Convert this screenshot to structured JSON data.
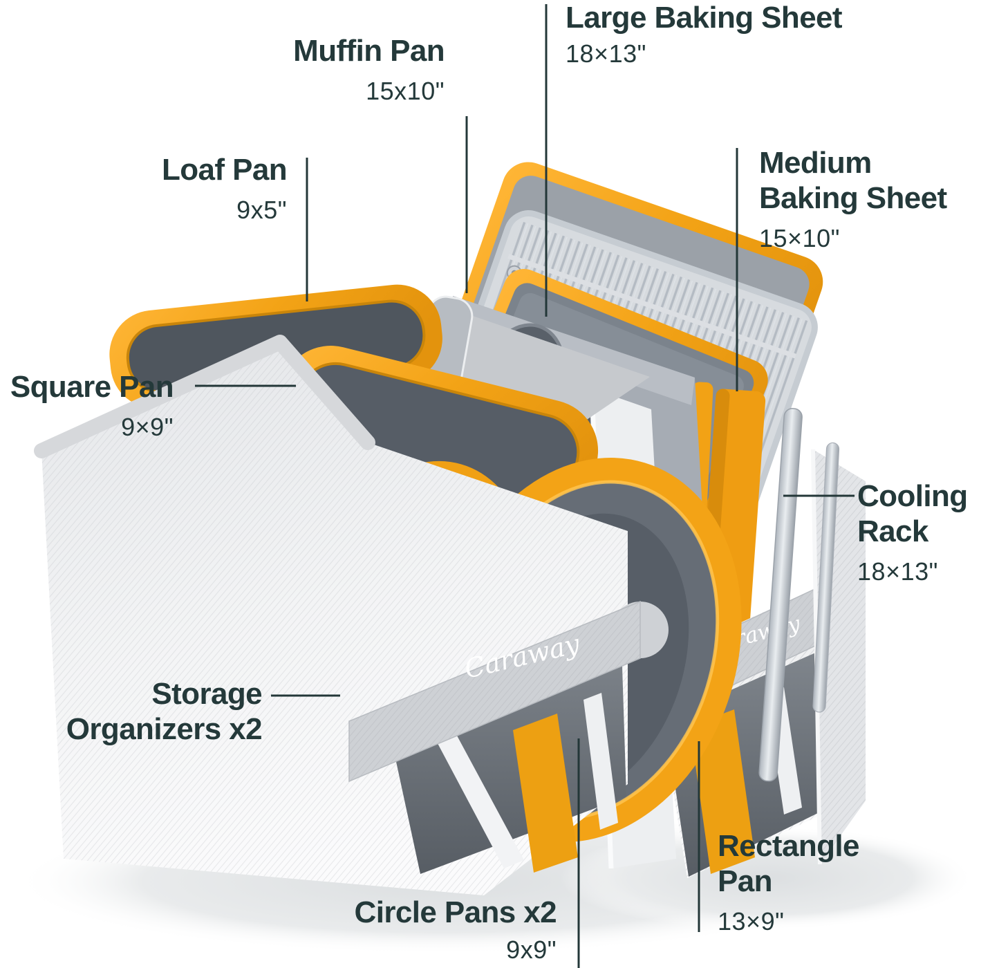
{
  "background_color": "#ffffff",
  "text_color": "#24393a",
  "product": {
    "brand": "Caraway",
    "colors": {
      "marigold": "#f3a316",
      "marigold_light": "#ffc552",
      "marigold_dark": "#d88c0c",
      "pan_interior_gray": "#565d66",
      "fabric_light": "#f1f2f4",
      "strap_gray": "#ced1d5",
      "chrome": "#c9ced5"
    }
  },
  "callouts": {
    "muffin_pan": {
      "title": "Muffin Pan",
      "dim": "15x10\""
    },
    "large_baking_sheet": {
      "title": "Large Baking Sheet",
      "dim": "18×13\""
    },
    "loaf_pan": {
      "title": "Loaf Pan",
      "dim": "9x5\""
    },
    "medium_baking_sheet": {
      "line1": "Medium",
      "line2": "Baking Sheet",
      "dim": "15×10\""
    },
    "square_pan": {
      "title": "Square Pan",
      "dim": "9×9\""
    },
    "cooling_rack": {
      "line1": "Cooling",
      "line2": "Rack",
      "dim": "18×13\""
    },
    "storage_organizers": {
      "line1": "Storage",
      "line2": "Organizers x2"
    },
    "circle_pans": {
      "title": "Circle Pans x2",
      "dim": "9x9\""
    },
    "rectangle_pan": {
      "line1": "Rectangle",
      "line2": "Pan",
      "dim": "13×9\""
    }
  }
}
